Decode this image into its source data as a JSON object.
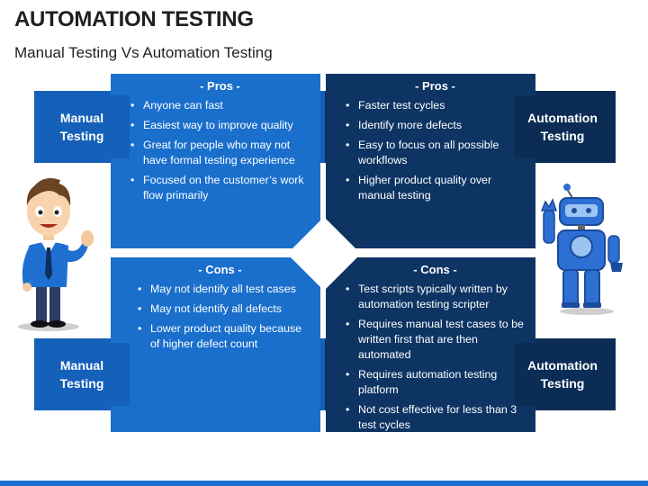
{
  "header": {
    "title": "AUTOMATION TESTING",
    "subtitle": "Manual Testing Vs Automation Testing"
  },
  "colors": {
    "blue_panel": "#1a6fcc",
    "navy_panel": "#0d3463",
    "blue_label": "#1560b9",
    "navy_label": "#0b2d55"
  },
  "labels": {
    "manual": "Manual\nTesting",
    "automation": "Automation\nTesting"
  },
  "panels": {
    "manual_pros": {
      "heading": "- Pros -",
      "items": [
        "Anyone can fast",
        "Easiest way to improve quality",
        "Great for people who may not have formal testing experience",
        "Focused on the customer’s work flow primarily"
      ]
    },
    "automation_pros": {
      "heading": "- Pros -",
      "items": [
        "Faster test cycles",
        "Identify more defects",
        "Easy to focus on all possible workflows",
        "Higher product quality over manual testing"
      ]
    },
    "manual_cons": {
      "heading": "- Cons -",
      "items": [
        "May not identify all test cases",
        "May not identify all defects",
        "Lower product quality because of higher defect count"
      ]
    },
    "automation_cons": {
      "heading": "- Cons -",
      "items": [
        "Test scripts typically written by automation testing scripter",
        "Requires manual test cases to be written first that are then automated",
        "Requires automation testing platform",
        "Not cost effective for less than 3 test cycles"
      ]
    }
  },
  "icons": {
    "person": "businessman-illustration",
    "robot": "robot-illustration"
  }
}
